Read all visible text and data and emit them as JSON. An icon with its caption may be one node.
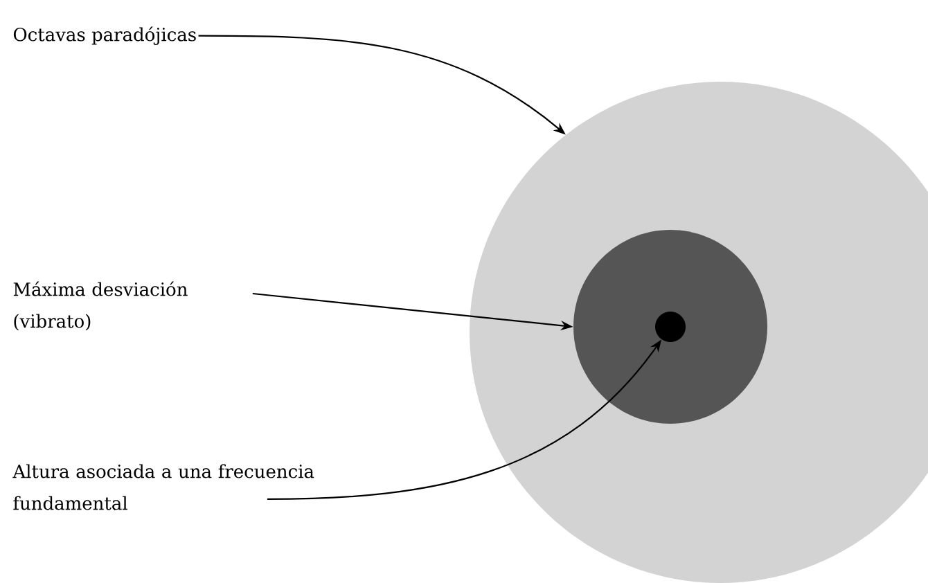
{
  "diagram": {
    "nodes": [
      {
        "text": [
          "Octavas paradójicas"
        ]
      },
      {
        "text": [
          "Máxima desviación (vibrato)"
        ]
      },
      {
        "text": [
          "Altura asociada a una frecuencia fundamental"
        ]
      },
      {
        "text": [],
        "shape": "circle"
      },
      {
        "text": [],
        "shape": "circle",
        "in": 3
      },
      {
        "text": [],
        "shape": "circle",
        "in": 4
      }
    ],
    "edges": [
      {
        "from": 0,
        "to": 3,
        "arrow": "to"
      },
      {
        "from": 1,
        "to": 4,
        "arrow": "to"
      },
      {
        "from": 2,
        "to": 5,
        "arrow": "to"
      }
    ]
  }
}
